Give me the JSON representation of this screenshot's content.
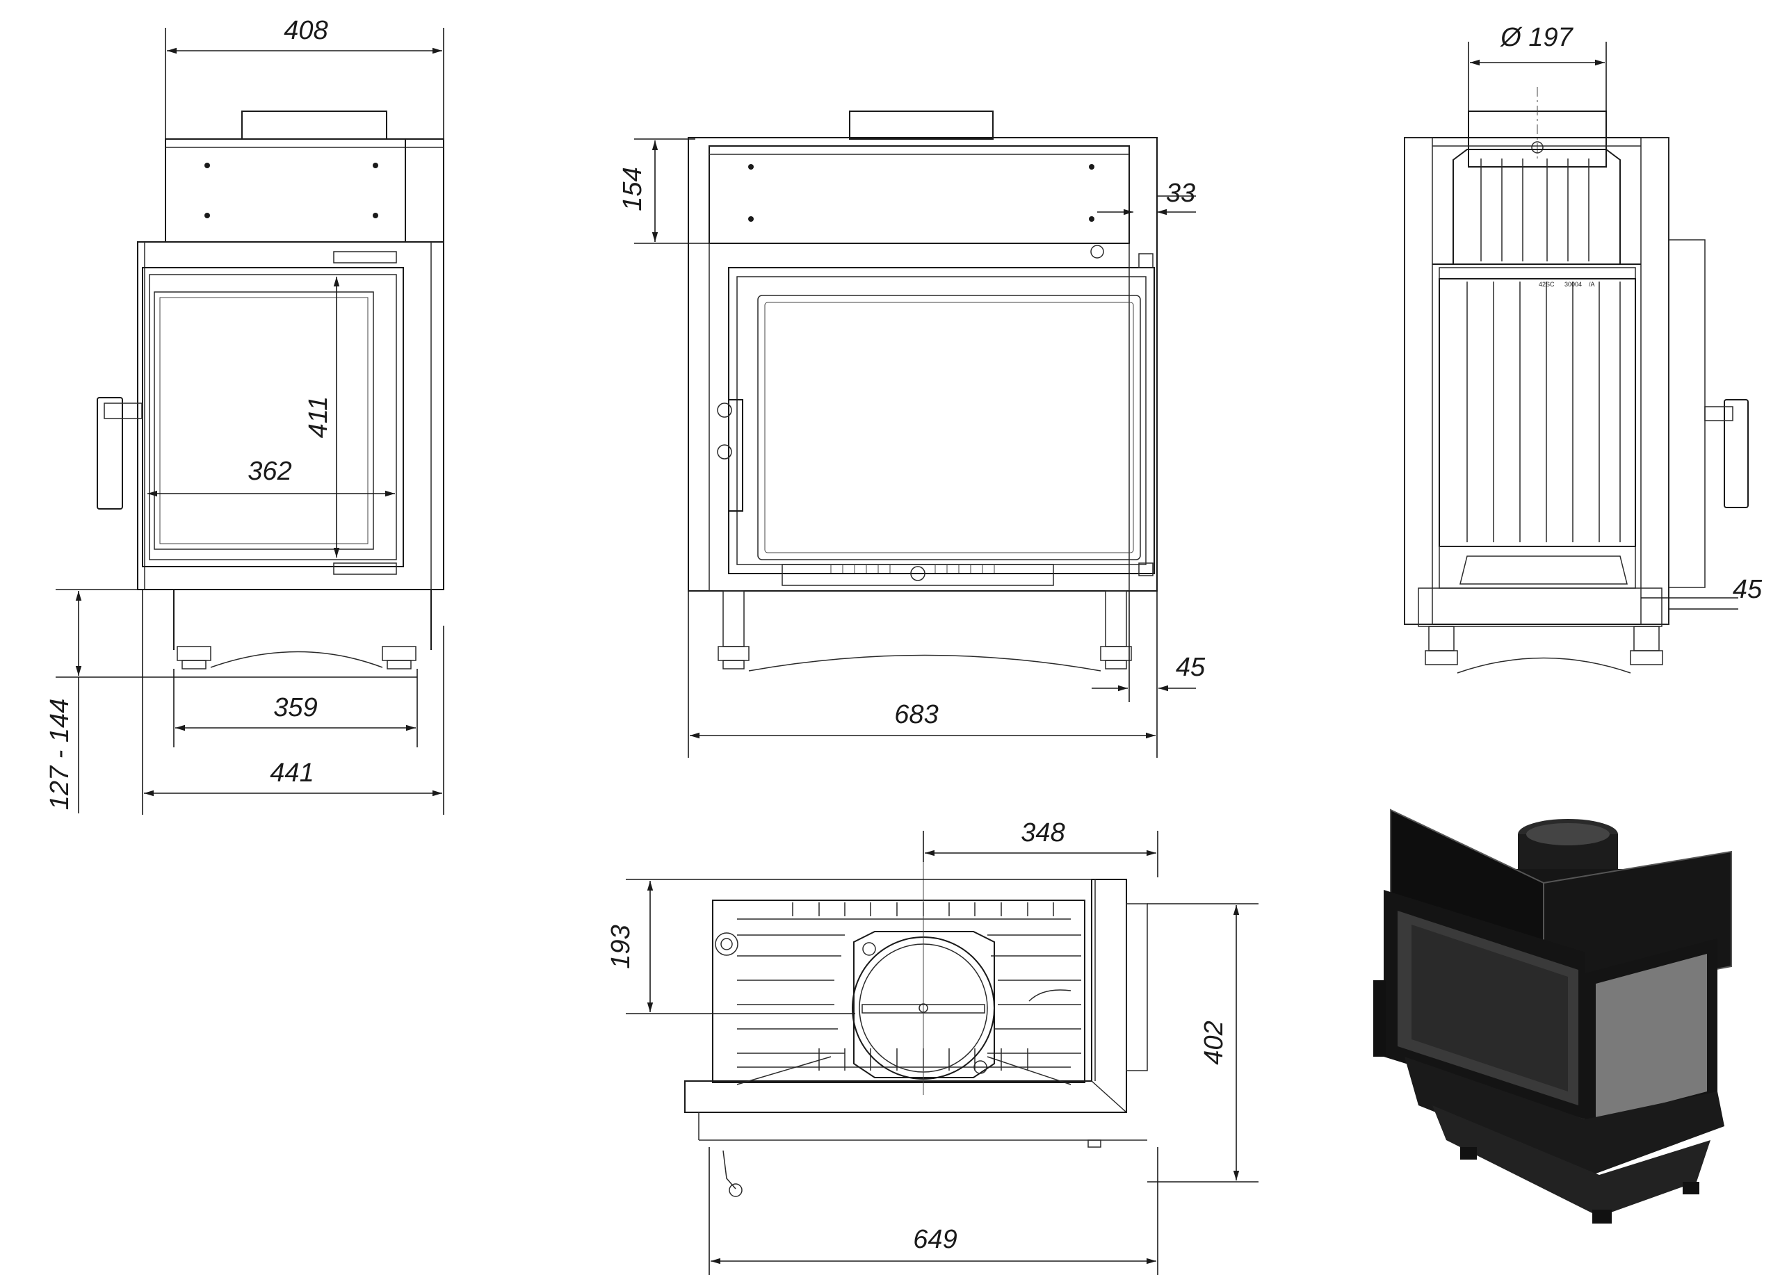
{
  "dimensions": {
    "left_view": {
      "top_width": "408",
      "glass_height": "411",
      "glass_width": "362",
      "leg_height": "127 - 144",
      "legs_span": "359",
      "base_width": "441"
    },
    "front_view": {
      "top_height": "154",
      "top_offset": "33",
      "side_offset": "45",
      "base_width": "683"
    },
    "right_view": {
      "flue_diameter": "Ø 197",
      "side_offset": "45"
    },
    "top_view": {
      "flue_offset": "348",
      "flue_depth": "193",
      "depth": "402",
      "width": "649"
    }
  },
  "plate_text": [
    "42SC",
    "30004",
    "/A"
  ],
  "colors": {
    "line": "#1a1a1a",
    "render_body": "#1c1c1c",
    "render_glass": "#3a3a3a"
  }
}
